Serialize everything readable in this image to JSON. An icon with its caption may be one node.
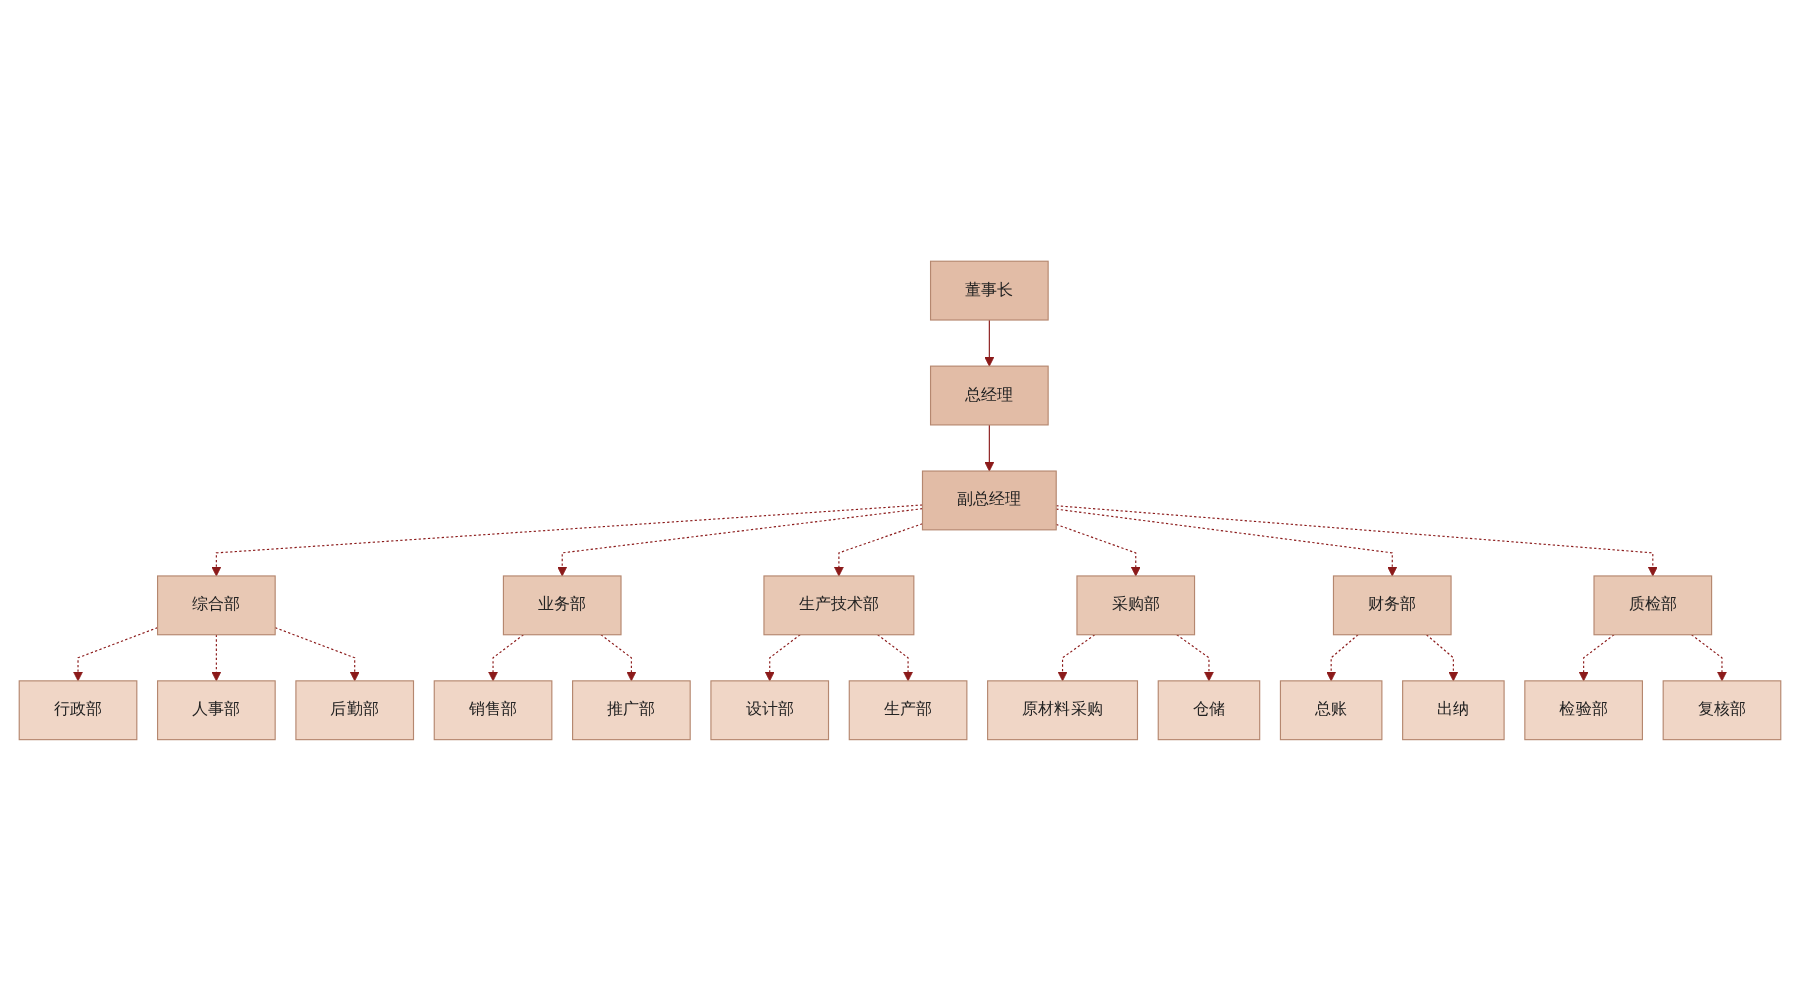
{
  "diagram": {
    "nodes": [
      {
        "text": [
          "董事长"
        ]
      },
      {
        "text": [
          "总经理"
        ]
      },
      {
        "text": [
          "副总经理"
        ]
      },
      {
        "text": [
          "综合部"
        ]
      },
      {
        "text": [
          "业务部"
        ]
      },
      {
        "text": [
          "生产技术部"
        ]
      },
      {
        "text": [
          "采购部"
        ]
      },
      {
        "text": [
          "财务部"
        ]
      },
      {
        "text": [
          "质检部"
        ]
      },
      {
        "text": [
          "行政部"
        ]
      },
      {
        "text": [
          "人事部"
        ]
      },
      {
        "text": [
          "后勤部"
        ]
      },
      {
        "text": [
          "销售部"
        ]
      },
      {
        "text": [
          "推广部"
        ]
      },
      {
        "text": [
          "设计部"
        ]
      },
      {
        "text": [
          "生产部"
        ]
      },
      {
        "text": [
          "原材料采购"
        ]
      },
      {
        "text": [
          "仓储"
        ]
      },
      {
        "text": [
          "总账"
        ]
      },
      {
        "text": [
          "出纳"
        ]
      },
      {
        "text": [
          "检验部"
        ]
      },
      {
        "text": [
          "复核部"
        ]
      }
    ],
    "edges": [
      {
        "from": 0,
        "to": 1,
        "arrow": "to"
      },
      {
        "from": 1,
        "to": 2,
        "arrow": "to"
      },
      {
        "from": 2,
        "to": 3,
        "arrow": "to",
        "style": "dashed"
      },
      {
        "from": 2,
        "to": 4,
        "arrow": "to",
        "style": "dashed"
      },
      {
        "from": 2,
        "to": 5,
        "arrow": "to",
        "style": "dashed"
      },
      {
        "from": 2,
        "to": 6,
        "arrow": "to",
        "style": "dashed"
      },
      {
        "from": 2,
        "to": 7,
        "arrow": "to",
        "style": "dashed"
      },
      {
        "from": 2,
        "to": 8,
        "arrow": "to",
        "style": "dashed"
      },
      {
        "from": 3,
        "to": 9,
        "arrow": "to",
        "style": "dashed"
      },
      {
        "from": 3,
        "to": 10,
        "arrow": "to",
        "style": "dashed"
      },
      {
        "from": 3,
        "to": 11,
        "arrow": "to",
        "style": "dashed"
      },
      {
        "from": 4,
        "to": 12,
        "arrow": "to",
        "style": "dashed"
      },
      {
        "from": 4,
        "to": 13,
        "arrow": "to",
        "style": "dashed"
      },
      {
        "from": 5,
        "to": 14,
        "arrow": "to",
        "style": "dashed"
      },
      {
        "from": 5,
        "to": 15,
        "arrow": "to",
        "style": "dashed"
      },
      {
        "from": 6,
        "to": 16,
        "arrow": "to",
        "style": "dashed"
      },
      {
        "from": 6,
        "to": 17,
        "arrow": "to",
        "style": "dashed"
      },
      {
        "from": 7,
        "to": 18,
        "arrow": "to",
        "style": "dashed"
      },
      {
        "from": 7,
        "to": 19,
        "arrow": "to",
        "style": "dashed"
      },
      {
        "from": 8,
        "to": 20,
        "arrow": "to",
        "style": "dashed"
      },
      {
        "from": 8,
        "to": 21,
        "arrow": "to",
        "style": "dashed"
      }
    ]
  }
}
